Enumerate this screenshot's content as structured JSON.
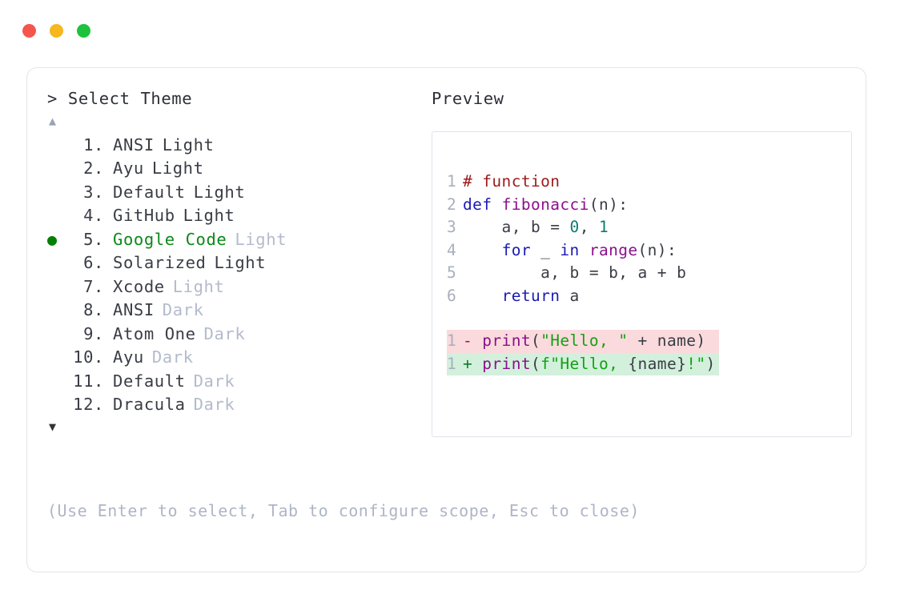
{
  "window": {
    "traffic_lights": [
      {
        "name": "close-button",
        "color": "#f4564d"
      },
      {
        "name": "minimize-button",
        "color": "#f6b71f"
      },
      {
        "name": "maximize-button",
        "color": "#1fc23c"
      }
    ]
  },
  "theme_panel": {
    "prompt": "> Select Theme",
    "scroll_up_icon": "▲",
    "scroll_down_icon": "▼",
    "selected_bullet": "●",
    "selected_index": 5,
    "items": [
      {
        "index": "1.",
        "name": "ANSI",
        "variant": "Light",
        "variant_muted": false,
        "selected": false
      },
      {
        "index": "2.",
        "name": "Ayu",
        "variant": "Light",
        "variant_muted": false,
        "selected": false
      },
      {
        "index": "3.",
        "name": "Default",
        "variant": "Light",
        "variant_muted": false,
        "selected": false
      },
      {
        "index": "4.",
        "name": "GitHub",
        "variant": "Light",
        "variant_muted": false,
        "selected": false
      },
      {
        "index": "5.",
        "name": "Google Code",
        "variant": "Light",
        "variant_muted": true,
        "selected": true
      },
      {
        "index": "6.",
        "name": "Solarized",
        "variant": "Light",
        "variant_muted": false,
        "selected": false
      },
      {
        "index": "7.",
        "name": "Xcode",
        "variant": "Light",
        "variant_muted": true,
        "selected": false
      },
      {
        "index": "8.",
        "name": "ANSI",
        "variant": "Dark",
        "variant_muted": true,
        "selected": false
      },
      {
        "index": "9.",
        "name": "Atom One",
        "variant": "Dark",
        "variant_muted": true,
        "selected": false
      },
      {
        "index": "10.",
        "name": "Ayu",
        "variant": "Dark",
        "variant_muted": true,
        "selected": false
      },
      {
        "index": "11.",
        "name": "Default",
        "variant": "Dark",
        "variant_muted": true,
        "selected": false
      },
      {
        "index": "12.",
        "name": "Dracula",
        "variant": "Dark",
        "variant_muted": true,
        "selected": false
      }
    ],
    "footer_hint": "(Use Enter to select, Tab to configure scope, Esc to close)"
  },
  "preview_panel": {
    "label": "Preview",
    "code_lines": [
      {
        "num": "1",
        "tokens": [
          {
            "t": "# function",
            "c": "comment"
          }
        ]
      },
      {
        "num": "2",
        "tokens": [
          {
            "t": "def ",
            "c": "keyword"
          },
          {
            "t": "fibonacci",
            "c": "func"
          },
          {
            "t": "(n):",
            "c": "plain"
          }
        ]
      },
      {
        "num": "3",
        "tokens": [
          {
            "t": "    a, b = ",
            "c": "plain"
          },
          {
            "t": "0",
            "c": "number"
          },
          {
            "t": ", ",
            "c": "plain"
          },
          {
            "t": "1",
            "c": "number"
          }
        ]
      },
      {
        "num": "4",
        "tokens": [
          {
            "t": "    ",
            "c": "plain"
          },
          {
            "t": "for",
            "c": "keyword"
          },
          {
            "t": " _ ",
            "c": "plain"
          },
          {
            "t": "in",
            "c": "keyword"
          },
          {
            "t": " ",
            "c": "plain"
          },
          {
            "t": "range",
            "c": "func"
          },
          {
            "t": "(n):",
            "c": "plain"
          }
        ]
      },
      {
        "num": "5",
        "tokens": [
          {
            "t": "        a, b = b, a + b",
            "c": "plain"
          }
        ]
      },
      {
        "num": "6",
        "tokens": [
          {
            "t": "    ",
            "c": "plain"
          },
          {
            "t": "return",
            "c": "keyword"
          },
          {
            "t": " a",
            "c": "plain"
          }
        ]
      }
    ],
    "diff_lines": [
      {
        "num": "1",
        "marker": "-",
        "kind": "removed",
        "tokens": [
          {
            "t": "print",
            "c": "func"
          },
          {
            "t": "(",
            "c": "plain"
          },
          {
            "t": "\"Hello, \"",
            "c": "string"
          },
          {
            "t": " + name)",
            "c": "plain"
          }
        ]
      },
      {
        "num": "1",
        "marker": "+",
        "kind": "added",
        "tokens": [
          {
            "t": "print",
            "c": "func"
          },
          {
            "t": "(",
            "c": "plain"
          },
          {
            "t": "f\"Hello, ",
            "c": "string"
          },
          {
            "t": "{name}",
            "c": "plain"
          },
          {
            "t": "!\"",
            "c": "string"
          },
          {
            "t": ")",
            "c": "plain"
          }
        ]
      }
    ]
  }
}
